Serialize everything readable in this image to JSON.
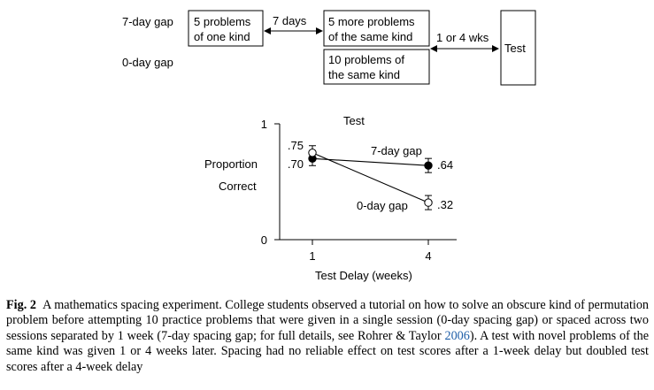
{
  "design": {
    "row_labels": [
      "7-day gap",
      "0-day gap"
    ],
    "box_first": [
      "5 problems",
      "of one kind"
    ],
    "gap_label": "7 days",
    "box_second": [
      "5 more problems",
      "of the same kind"
    ],
    "box_zero": [
      "10 problems of",
      "the same kind"
    ],
    "delay_label": "1 or 4 wks",
    "test_label": "Test"
  },
  "chart_data": {
    "type": "line",
    "title": "Test",
    "xlabel": "Test Delay (weeks)",
    "ylabel_lines": [
      "Proportion",
      "Correct"
    ],
    "x": [
      1,
      4
    ],
    "x_tick_labels": [
      "1",
      "4"
    ],
    "y_tick_labels": [
      "0",
      "1"
    ],
    "ylim": [
      0,
      1
    ],
    "series": [
      {
        "name": "7-day gap",
        "marker": "filled",
        "values": [
          0.7,
          0.64
        ],
        "value_labels": [
          ".70",
          ".64"
        ]
      },
      {
        "name": "0-day gap",
        "marker": "open",
        "values": [
          0.75,
          0.32
        ],
        "value_labels": [
          ".75",
          ".32"
        ]
      }
    ]
  },
  "caption": {
    "label": "Fig. 2",
    "text_before_cite": "A mathematics spacing experiment. College students observed a tutorial on how to solve an obscure kind of permutation problem before attempting 10 practice problems that were given in a single session (0-day spacing gap) or spaced across two sessions separated by 1 week (7-day spacing gap; for full details, see Rohrer & Taylor",
    "cite_year": "2006",
    "text_after_cite": "). A test with novel problems of the same kind was given 1 or 4 weeks later. Spacing had no reliable effect on test scores after a 1-week delay but doubled test scores after a 4-week delay"
  }
}
